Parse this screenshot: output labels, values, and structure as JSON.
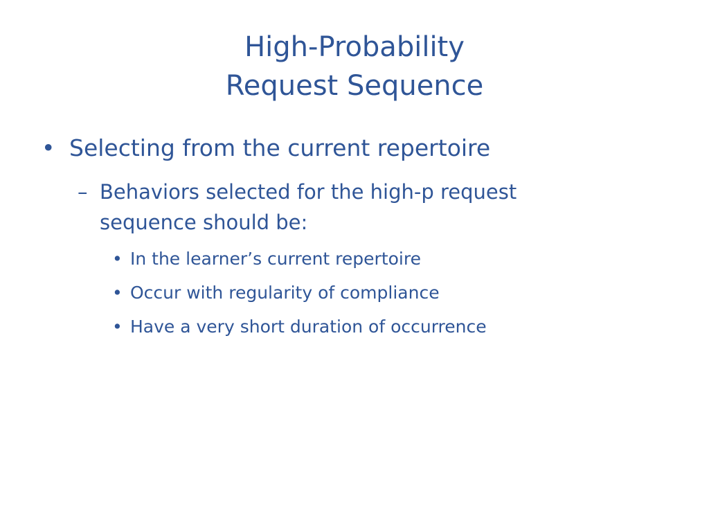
{
  "slide": {
    "title_line1": "High-Probability",
    "title_line2": "Request Sequence",
    "bullet": "Selecting from the current repertoire",
    "sub_bullet": "Behaviors selected for the high-p request sequence should be:",
    "sub_sub_bullets": [
      "In the learner’s current repertoire",
      "Occur with regularity of compliance",
      "Have a very short duration of occurrence"
    ],
    "text_color": "#2f5597"
  }
}
